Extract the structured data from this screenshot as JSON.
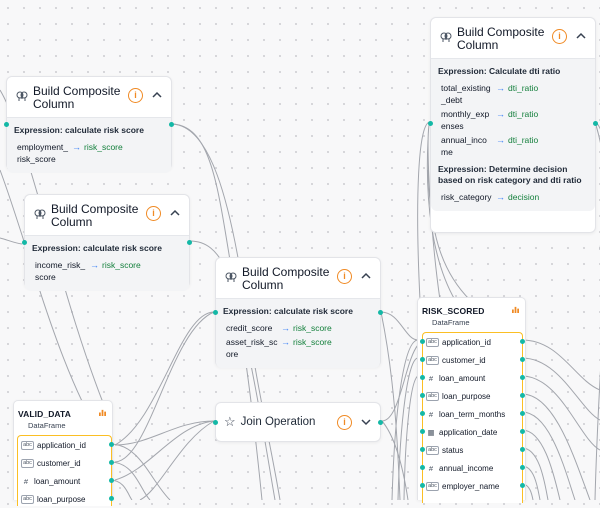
{
  "nodes": [
    {
      "title": "Build Composite Column",
      "icon": "brain-icon",
      "expression": "Expression: calculate risk score",
      "mappings": [
        {
          "src": "employment_risk_score",
          "dst": "risk_score"
        }
      ]
    },
    {
      "title": "Build Composite Column",
      "icon": "brain-icon",
      "expression": "Expression: calculate risk score",
      "mappings": [
        {
          "src": "income_risk_score",
          "dst": "risk_score"
        }
      ]
    },
    {
      "title": "Build Composite Column",
      "icon": "brain-icon",
      "expression": "Expression: calculate risk score",
      "mappings": [
        {
          "src": "credit_score",
          "dst": "risk_score"
        },
        {
          "src": "asset_risk_score",
          "dst": "risk_score"
        }
      ]
    },
    {
      "title": "Build Composite Column",
      "icon": "brain-icon",
      "expression": "Expression: Calculate dti ratio",
      "mappings": [
        {
          "src": "total_existing_debt",
          "dst": "dti_ratio"
        },
        {
          "src": "monthly_expenses",
          "dst": "dti_ratio"
        },
        {
          "src": "annual_income",
          "dst": "dti_ratio"
        }
      ],
      "expression2": "Expression: Determine decision based on risk category and dti ratio",
      "mappings2": [
        {
          "src": "risk_category",
          "dst": "decision"
        }
      ]
    }
  ],
  "join": {
    "title": "Join Operation",
    "icon": "star-icon"
  },
  "dataframes": {
    "risk_scored": {
      "title": "RISK_SCORED",
      "subtitle": "DataFrame",
      "columns": [
        {
          "type": "abc",
          "name": "application_id"
        },
        {
          "type": "abc",
          "name": "customer_id"
        },
        {
          "type": "#",
          "name": "loan_amount"
        },
        {
          "type": "abc",
          "name": "loan_purpose"
        },
        {
          "type": "#",
          "name": "loan_term_months"
        },
        {
          "type": "date",
          "name": "application_date"
        },
        {
          "type": "abc",
          "name": "status"
        },
        {
          "type": "#",
          "name": "annual_income"
        },
        {
          "type": "abc",
          "name": "employer_name"
        }
      ]
    },
    "valid_data": {
      "title": "VALID_DATA",
      "subtitle": "DataFrame",
      "columns": [
        {
          "type": "abc",
          "name": "application_id"
        },
        {
          "type": "abc",
          "name": "customer_id"
        },
        {
          "type": "#",
          "name": "loan_amount"
        },
        {
          "type": "abc",
          "name": "loan_purpose"
        }
      ]
    }
  },
  "colors": {
    "port": "#14b8a6",
    "edge": "#a3a6ad",
    "info": "#f08a24",
    "mapping_target": "#15803d",
    "arrow": "#3b82f6",
    "dataframe_border": "#fbbf24"
  }
}
